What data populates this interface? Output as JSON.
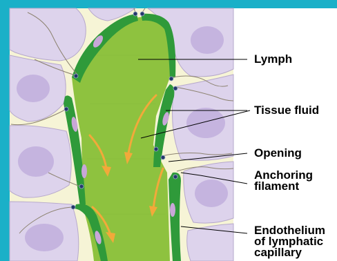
{
  "labels": {
    "lymph": "Lymph",
    "tissue_fluid": "Tissue fluid",
    "opening": "Opening",
    "anchoring_filament_1": "Anchoring",
    "anchoring_filament_2": "filament",
    "endothelium_1": "Endothelium",
    "endothelium_2": "of lymphatic",
    "endothelium_3": "capillary"
  },
  "colors": {
    "frame": "#1ab0c8",
    "panel": "#ffffff",
    "tissue_background": "#f6f4d6",
    "tissue_cell": "#ddd3ec",
    "tissue_nucleus": "#c5b4df",
    "lymph": "#8ec23f",
    "endothelium": "#2f9a3a",
    "endothelial_nucleus": "#c9a7d8",
    "flow_arrow": "#f2a93a",
    "filament": "#8c8270",
    "leader_line": "#000000"
  }
}
